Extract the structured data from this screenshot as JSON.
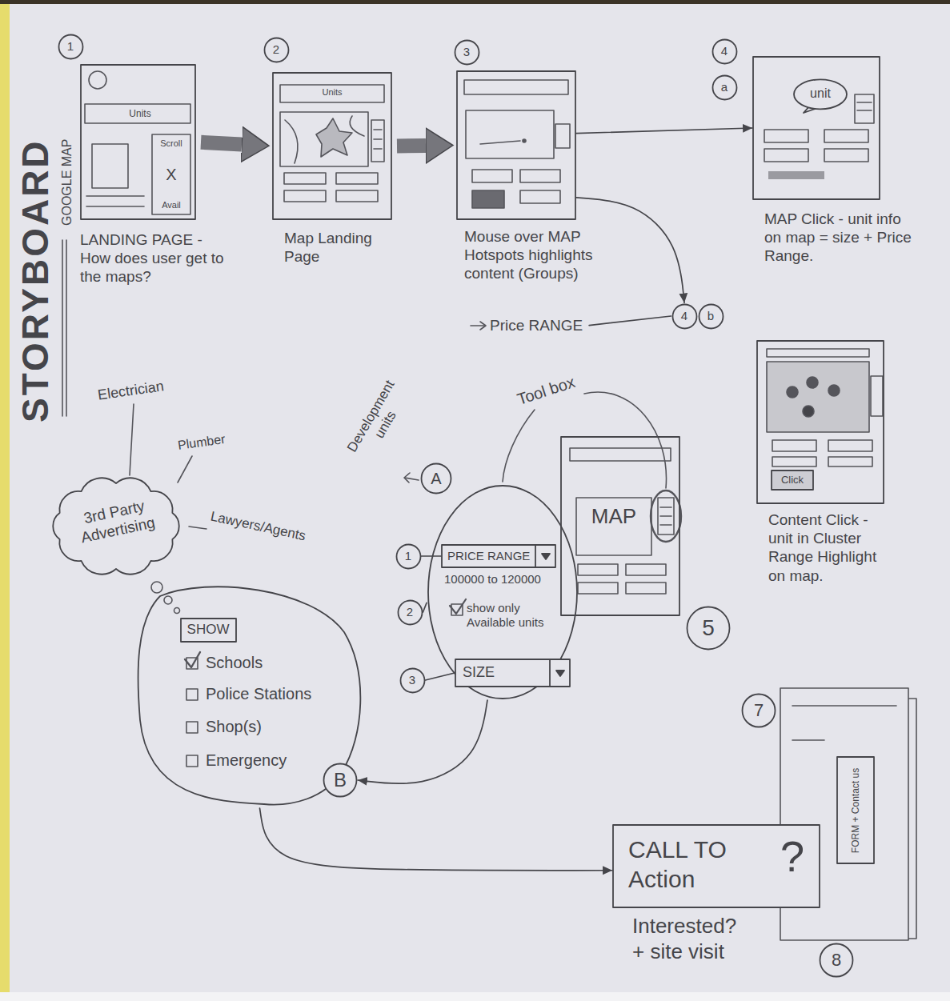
{
  "diagram": {
    "title": "STORYBOARD",
    "nodes": [
      {
        "text": [
          "1"
        ]
      },
      {
        "text": [
          "Units",
          "Scroll",
          "X",
          "Avail",
          "LANDING PAGE - How does user get to the maps?"
        ]
      },
      {
        "text": [
          "2"
        ]
      },
      {
        "text": [
          "Units",
          "Map Landing Page"
        ]
      },
      {
        "text": [
          "3"
        ]
      },
      {
        "text": [
          "Mouse over MAP Hotspots highlights content (Groups)",
          "Price RANGE"
        ]
      },
      {
        "text": [
          "4"
        ]
      },
      {
        "text": [
          "a"
        ]
      },
      {
        "text": [
          "MAP Click - unit info on map = size + Price Range."
        ]
      },
      {
        "text": [
          "unit"
        ],
        "in": 8
      },
      {
        "text": [
          "4"
        ]
      },
      {
        "text": [
          "b"
        ]
      },
      {
        "text": [
          "Content Click - unit in Cluster Range Highlight on map."
        ]
      },
      {
        "text": [
          "Click"
        ],
        "in": 12
      },
      {
        "text": [
          "A"
        ]
      },
      {
        "text": [
          "100000 to 120000",
          "show only Available units"
        ]
      },
      {
        "text": [
          "PRICE RANGE"
        ],
        "in": 15
      },
      {
        "text": [
          "SIZE"
        ],
        "in": 15
      },
      {
        "text": [
          "1"
        ]
      },
      {
        "text": [
          "2"
        ]
      },
      {
        "text": [
          "3"
        ]
      },
      {
        "text": [
          "MAP"
        ]
      },
      {
        "text": [
          "5"
        ]
      },
      {
        "text": [
          "3rd Party Advertising"
        ]
      },
      {
        "text": [
          "Schools",
          "Police Stations",
          "Shop(s)",
          "Emergency"
        ]
      },
      {
        "text": [
          "SHOW"
        ],
        "in": 24
      },
      {
        "text": [
          "B"
        ]
      },
      {
        "text": [
          "FORM + Contact us"
        ]
      },
      {
        "text": [
          "CALL TO Action",
          "?"
        ]
      },
      {
        "text": [
          "7"
        ]
      },
      {
        "text": [
          "8"
        ]
      }
    ],
    "edges": [
      {
        "from": 1,
        "to": 3,
        "arrow": "to"
      },
      {
        "from": 3,
        "to": 5,
        "arrow": "to"
      },
      {
        "from": 5,
        "to": 8,
        "arrow": "to"
      },
      {
        "from": 5,
        "to": 10,
        "arrow": "to"
      },
      {
        "from": 5,
        "to": 10,
        "arrow": "none"
      },
      {
        "from": 18,
        "to": 16,
        "arrow": "none"
      },
      {
        "from": 19,
        "to": 15,
        "arrow": "none"
      },
      {
        "from": 20,
        "to": 17,
        "arrow": "none"
      },
      {
        "from": 15,
        "to": 26,
        "arrow": "to"
      },
      {
        "from": 24,
        "to": 28,
        "arrow": "to"
      }
    ],
    "labels": [
      "GOOGLE MAP",
      "Tool box",
      "Development units",
      "Electrician",
      "Plumber",
      "Lawyers/Agents",
      "Interested? + site visit"
    ]
  }
}
